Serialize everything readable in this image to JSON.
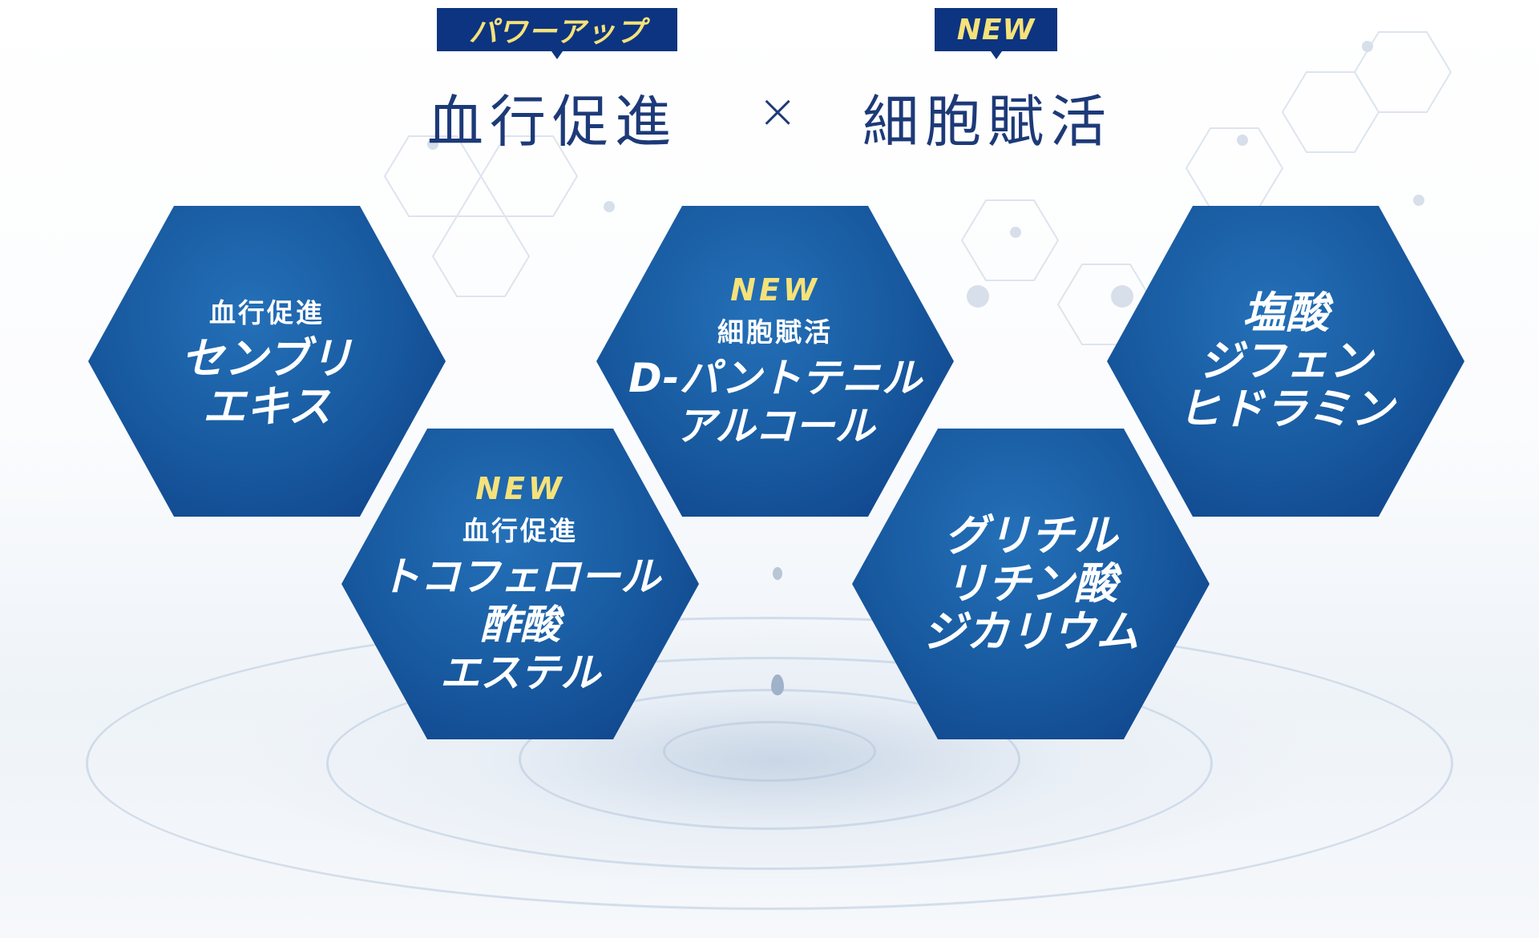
{
  "header": {
    "left_tag": "パワーアップ",
    "left_title": "血行促進",
    "times": "×",
    "right_tag": "NEW",
    "right_title": "細胞賦活"
  },
  "ingredients": [
    {
      "badge": "",
      "category": "血行促進",
      "name_lines": [
        "センブリ",
        "エキス"
      ]
    },
    {
      "badge": "NEW",
      "category": "細胞賦活",
      "name_lines": [
        "D-パントテニル",
        "アルコール"
      ]
    },
    {
      "badge": "",
      "category": "",
      "name_lines": [
        "塩酸",
        "ジフェン",
        "ヒドラミン"
      ]
    },
    {
      "badge": "NEW",
      "category": "血行促進",
      "name_lines": [
        "トコフェロール",
        "酢酸",
        "エステル"
      ]
    },
    {
      "badge": "",
      "category": "",
      "name_lines": [
        "グリチル",
        "リチン酸",
        "ジカリウム"
      ]
    }
  ]
}
